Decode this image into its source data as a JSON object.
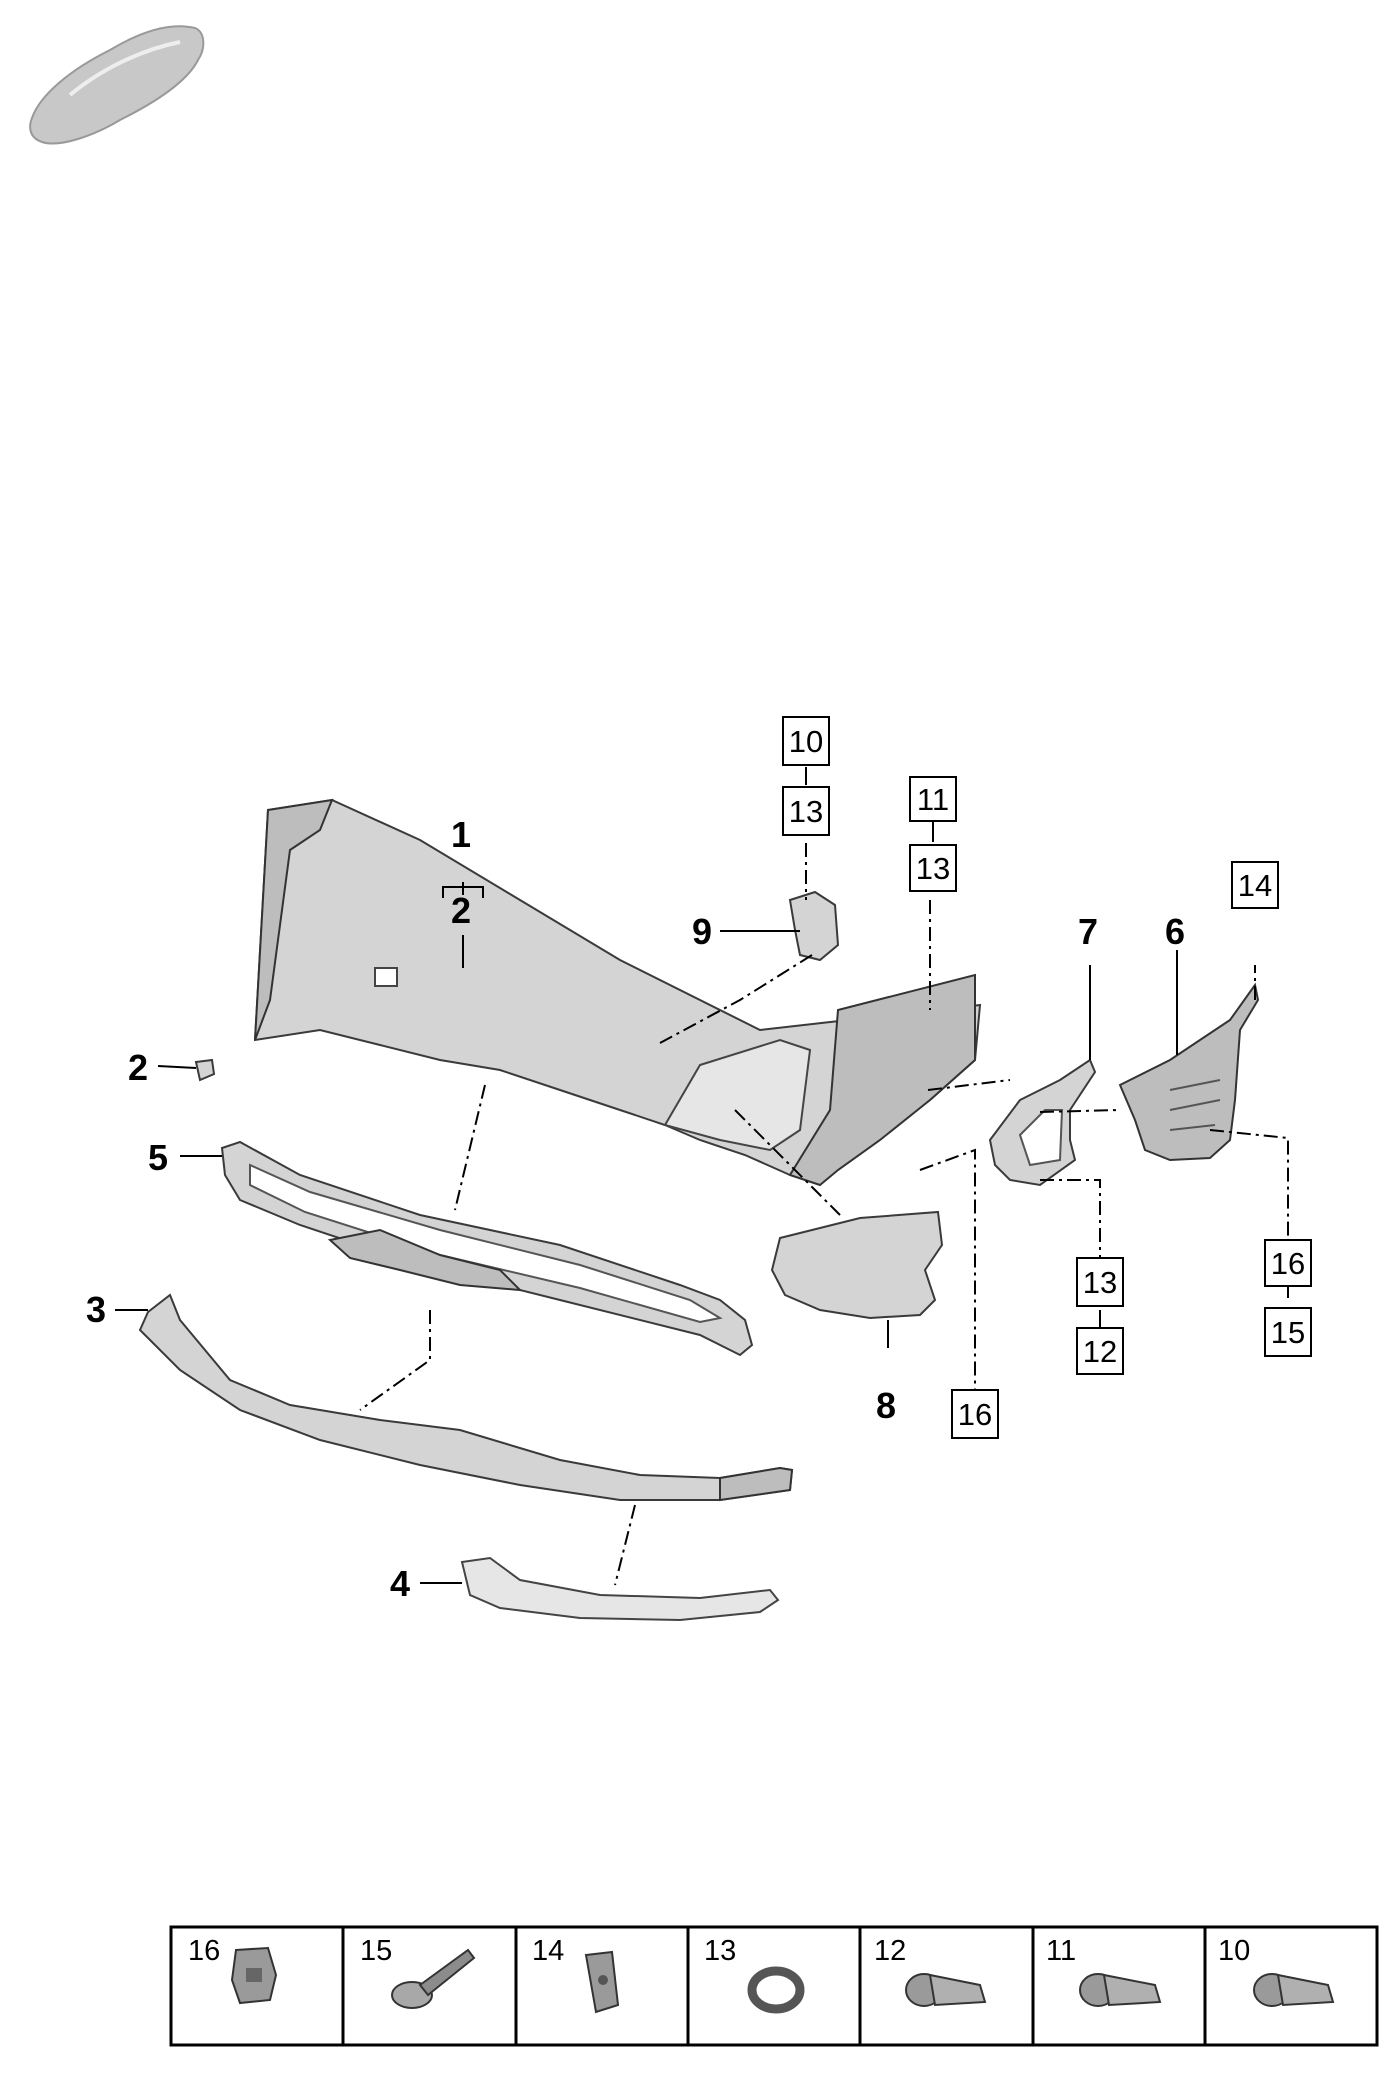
{
  "callouts": {
    "c1": "1",
    "c2_under1": "2",
    "c2": "2",
    "c3": "3",
    "c4": "4",
    "c5": "5",
    "c6": "6",
    "c7": "7",
    "c8": "8",
    "c9": "9"
  },
  "boxed_refs": {
    "b10": "10",
    "b13a": "13",
    "b11": "11",
    "b13b": "13",
    "b14": "14",
    "b16a": "16",
    "b15a": "15",
    "b13c": "13",
    "b12a": "12",
    "b16b": "16"
  },
  "legend": [
    {
      "num": "16",
      "icon": "clip-nut-icon"
    },
    {
      "num": "15",
      "icon": "screw-icon"
    },
    {
      "num": "14",
      "icon": "clip-icon"
    },
    {
      "num": "13",
      "icon": "ring-icon"
    },
    {
      "num": "12",
      "icon": "sensor-icon"
    },
    {
      "num": "11",
      "icon": "sensor-icon"
    },
    {
      "num": "10",
      "icon": "sensor-icon"
    }
  ],
  "colors": {
    "part_fill": "#d4d4d4",
    "outline": "#3a3a3a",
    "background": "#ffffff"
  }
}
